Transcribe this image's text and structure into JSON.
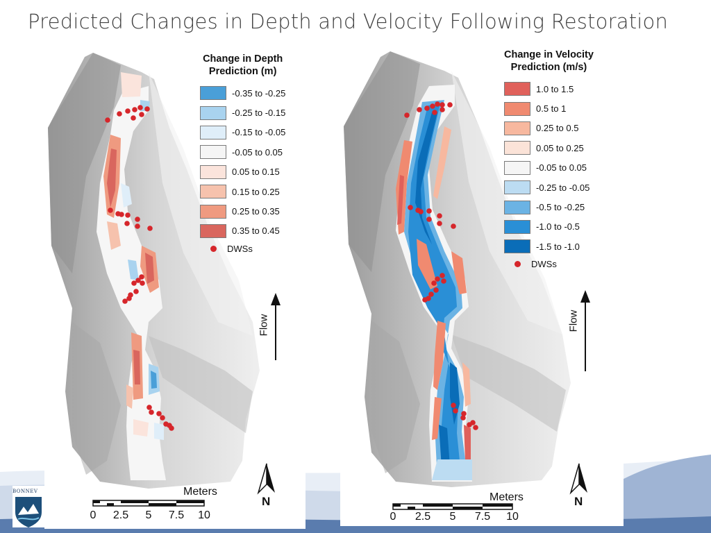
{
  "slide": {
    "title": "Predicted Changes in Depth and Velocity Following Restoration",
    "logo_text": "BONNEV"
  },
  "panels": [
    {
      "id": "depth",
      "legend_title": "Change in Depth\nPrediction (m)",
      "items": [
        {
          "label": "-0.35 to -0.25",
          "color": "#4a9fd8"
        },
        {
          "label": "-0.25 to -0.15",
          "color": "#a9d3ef"
        },
        {
          "label": "-0.15 to -0.05",
          "color": "#dfeef9"
        },
        {
          "label": "-0.05 to 0.05",
          "color": "#f5f5f5"
        },
        {
          "label": "0.05 to 0.15",
          "color": "#fbe4dc"
        },
        {
          "label": "0.15 to 0.25",
          "color": "#f6c2ad"
        },
        {
          "label": "0.25 to 0.35",
          "color": "#ef9a80"
        },
        {
          "label": "0.35 to 0.45",
          "color": "#d9665e"
        }
      ],
      "dws_label": "DWSs",
      "flow_label": "Flow",
      "north_label": "N",
      "scale_label": "Meters",
      "scale_ticks": [
        "0",
        "2.5",
        "5",
        "7.5",
        "10"
      ]
    },
    {
      "id": "velocity",
      "legend_title": "Change in Velocity\nPrediction (m/s)",
      "items": [
        {
          "label": "1.0 to 1.5",
          "color": "#e0615b"
        },
        {
          "label": "0.5 to 1",
          "color": "#f08a70"
        },
        {
          "label": "0.25 to 0.5",
          "color": "#f7b89f"
        },
        {
          "label": "0.05 to 0.25",
          "color": "#fbe3d8"
        },
        {
          "label": "-0.05 to 0.05",
          "color": "#f5f5f5"
        },
        {
          "label": "-0.25 to -0.05",
          "color": "#bcdcf2"
        },
        {
          "label": "-0.5 to -0.25",
          "color": "#6bb3e4"
        },
        {
          "label": "-1.0 to -0.5",
          "color": "#2a8fd6"
        },
        {
          "label": "-1.5 to -1.0",
          "color": "#0a6db8"
        }
      ],
      "dws_label": "DWSs",
      "flow_label": "Flow",
      "north_label": "N",
      "scale_label": "Meters",
      "scale_ticks": [
        "0",
        "2.5",
        "5",
        "7.5",
        "10"
      ]
    }
  ]
}
